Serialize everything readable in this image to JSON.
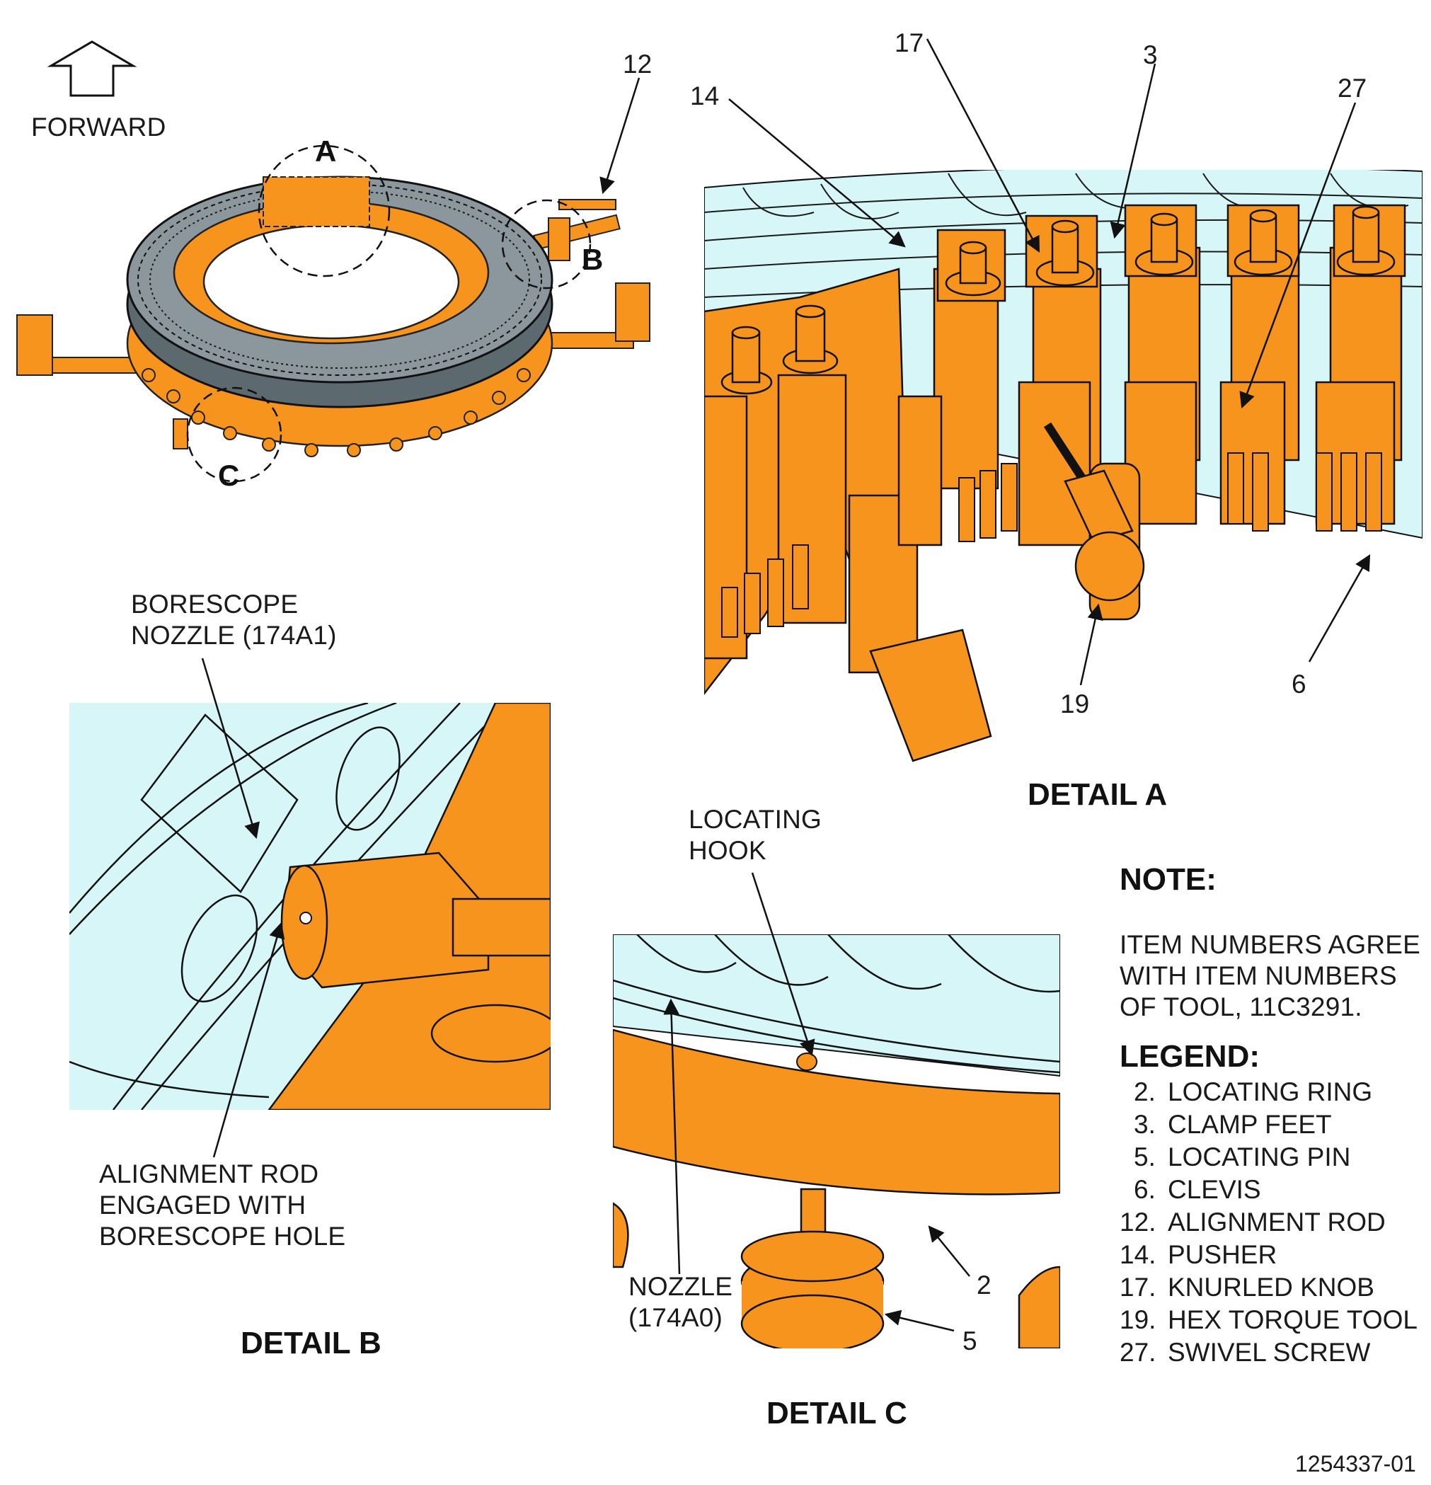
{
  "orientation": {
    "label": "FORWARD"
  },
  "detail_circles": [
    "A",
    "B",
    "C"
  ],
  "overview_callout": "12",
  "detail_a": {
    "title": "DETAIL A",
    "callouts": [
      "14",
      "17",
      "3",
      "27",
      "19",
      "6"
    ]
  },
  "detail_b": {
    "title": "DETAIL B",
    "labels": {
      "borescope_nozzle": "BORESCOPE\nNOZZLE (174A1)",
      "alignment_rod": "ALIGNMENT ROD\nENGAGED WITH\nBORESCOPE HOLE"
    }
  },
  "detail_c": {
    "title": "DETAIL C",
    "labels": {
      "locating_hook": "LOCATING\nHOOK",
      "nozzle": "NOZZLE\n(174A0)"
    },
    "callouts": [
      "2",
      "5"
    ]
  },
  "note": {
    "heading": "NOTE:",
    "text": "ITEM NUMBERS AGREE\nWITH ITEM NUMBERS\nOF TOOL, 11C3291."
  },
  "legend": {
    "heading": "LEGEND:",
    "items": [
      {
        "num": "2.",
        "label": "LOCATING RING"
      },
      {
        "num": "3.",
        "label": "CLAMP FEET"
      },
      {
        "num": "5.",
        "label": "LOCATING PIN"
      },
      {
        "num": "6.",
        "label": "CLEVIS"
      },
      {
        "num": "12.",
        "label": "ALIGNMENT ROD"
      },
      {
        "num": "14.",
        "label": "PUSHER"
      },
      {
        "num": "17.",
        "label": "KNURLED KNOB"
      },
      {
        "num": "19.",
        "label": "HEX TORQUE TOOL"
      },
      {
        "num": "27.",
        "label": "SWIVEL SCREW"
      }
    ]
  },
  "figure_number": "1254337-01",
  "colors": {
    "tool_orange": "#f7941d",
    "part_cyan": "#d6f6f8",
    "line": "#1a1a1a"
  }
}
